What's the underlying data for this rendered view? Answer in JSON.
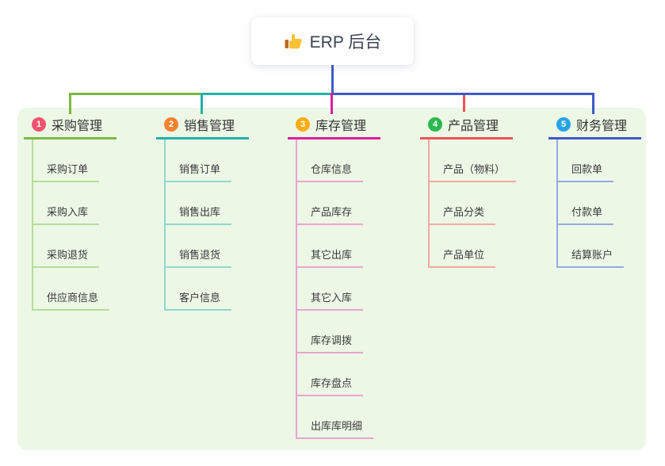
{
  "root": {
    "title": "ERP 后台",
    "icon": "thumbs-up-icon"
  },
  "branches": [
    {
      "label": "采购管理",
      "badge": "1",
      "badge_color": "#f4526e",
      "line_color": "#7cba3f",
      "light_color": "#b7dd95",
      "children": [
        "采购订单",
        "采购入库",
        "采购退货",
        "供应商信息"
      ]
    },
    {
      "label": "销售管理",
      "badge": "2",
      "badge_color": "#f6812b",
      "line_color": "#20b2a6",
      "light_color": "#8fd8cf",
      "children": [
        "销售订单",
        "销售出库",
        "销售退货",
        "客户信息"
      ]
    },
    {
      "label": "库存管理",
      "badge": "3",
      "badge_color": "#fcad12",
      "line_color": "#de1e9c",
      "light_color": "#eda3cd",
      "children": [
        "仓库信息",
        "产品库存",
        "其它出库",
        "其它入库",
        "库存调拨",
        "库存盘点",
        "出库库明细"
      ]
    },
    {
      "label": "产品管理",
      "badge": "4",
      "badge_color": "#2db84f",
      "line_color": "#f15156",
      "light_color": "#f8a8a2",
      "children": [
        "产品（物料）",
        "产品分类",
        "产品单位"
      ]
    },
    {
      "label": "财务管理",
      "badge": "5",
      "badge_color": "#27a4e6",
      "line_color": "#3e5ac8",
      "light_color": "#96a9e0",
      "children": [
        "回款单",
        "付款单",
        "结算账户"
      ]
    }
  ],
  "colors": {
    "panel_bg": "#ecf7e6",
    "root_line": "#3e5ac8",
    "card_bg": "#ffffff",
    "text": "#333333"
  }
}
